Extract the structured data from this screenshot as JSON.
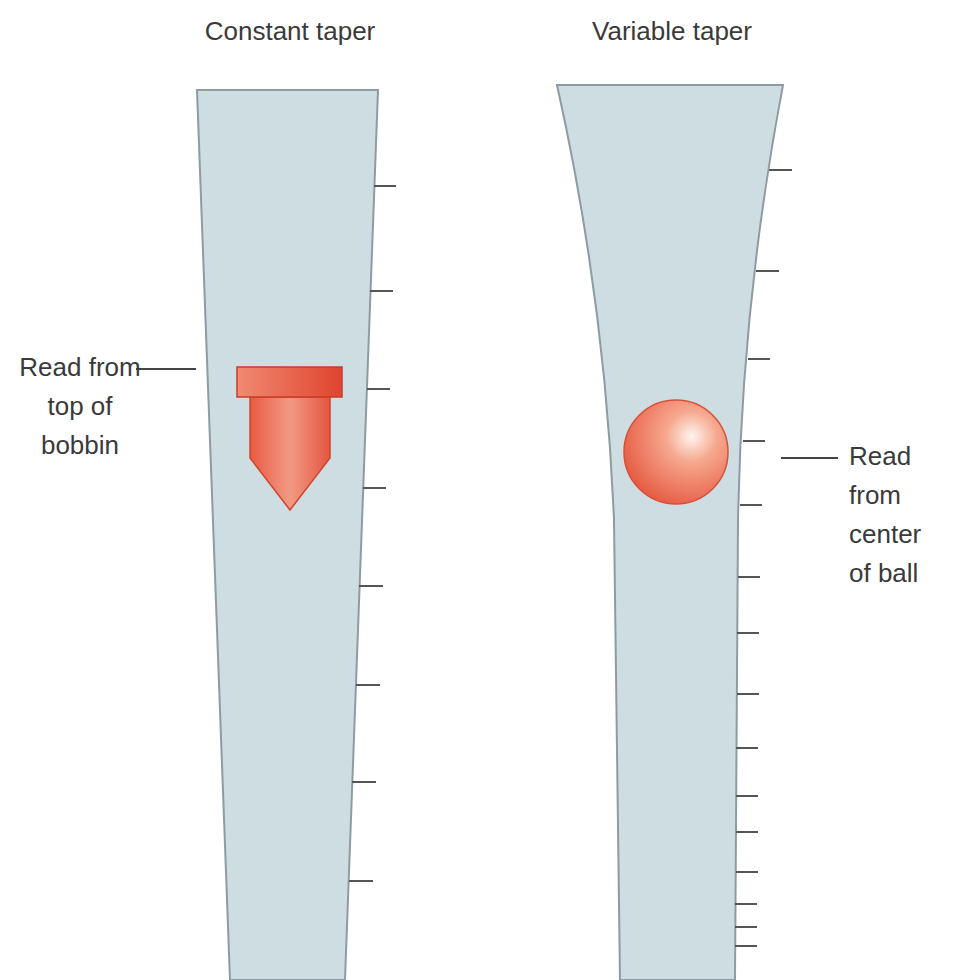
{
  "diagram": {
    "labels": [
      "Constant taper",
      "Variable taper",
      "Read from top of bobbin",
      "Read from center of ball"
    ]
  }
}
